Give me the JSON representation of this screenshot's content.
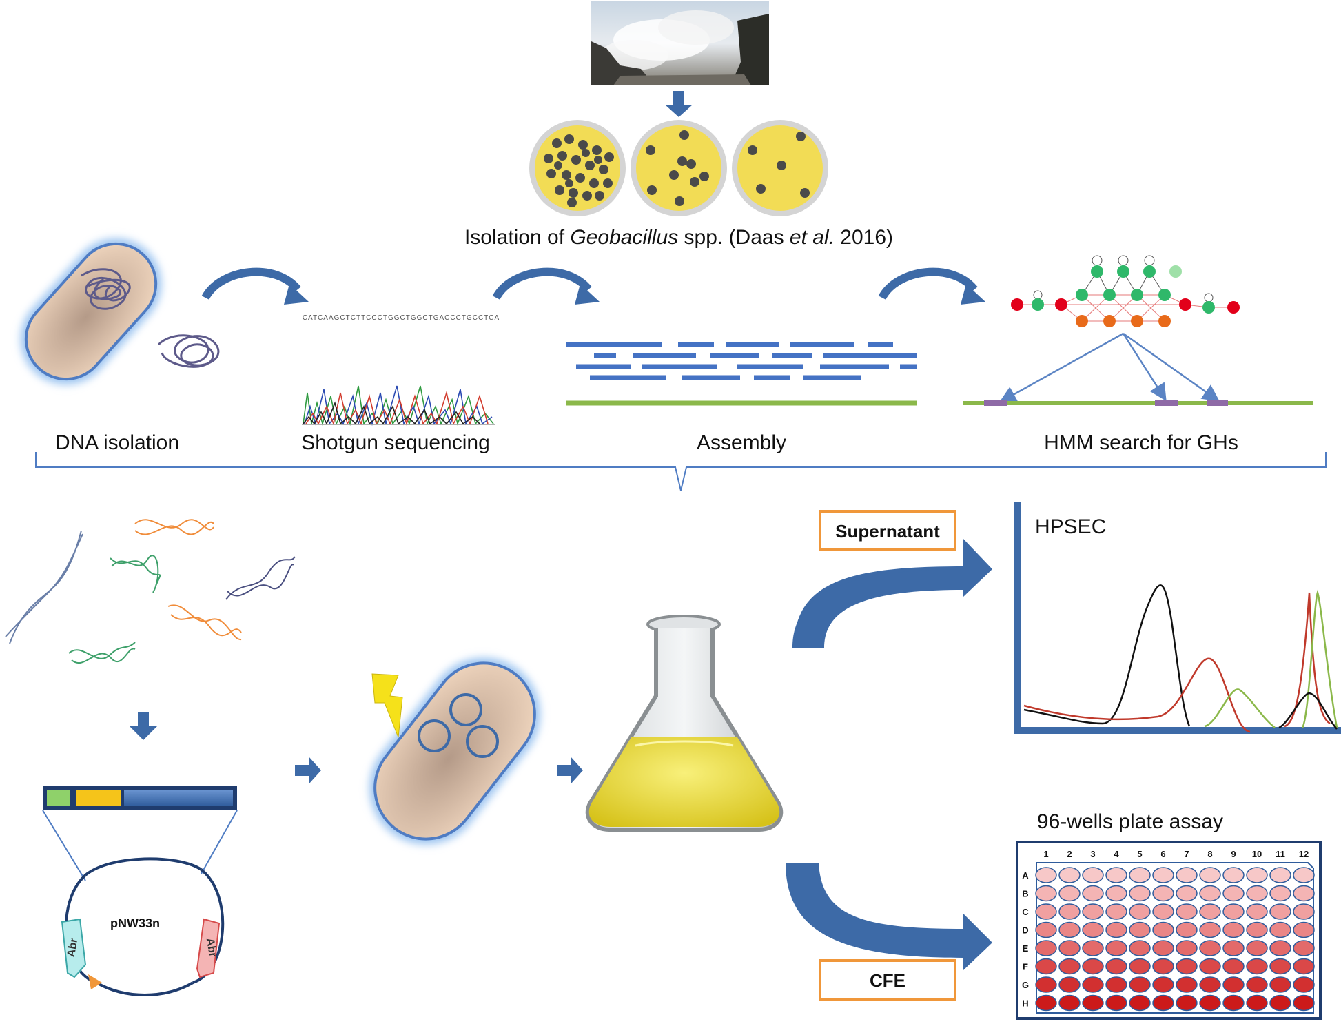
{
  "title": {
    "prefix": "Isolation of ",
    "genus": "Geobacillus",
    "mid": " spp. (Daas ",
    "etal": "et al.",
    "year": " 2016)"
  },
  "steps": {
    "dna_isolation": "DNA isolation",
    "shotgun": "Shotgun sequencing",
    "assembly": "Assembly",
    "hmm": "HMM search for GHs"
  },
  "sequence_text": "CATCAAGCTCTTCCCTGGCTGGCTGACCCTGCCTCA",
  "plasmid": {
    "name": "pNW33n",
    "marker": "Abr"
  },
  "flow": {
    "supernatant": "Supernatant",
    "cfe": "CFE"
  },
  "hpsec": {
    "title": "HPSEC"
  },
  "plate": {
    "title": "96-wells plate assay",
    "columns": [
      "1",
      "2",
      "3",
      "4",
      "5",
      "6",
      "7",
      "8",
      "9",
      "10",
      "11",
      "12"
    ],
    "rows": [
      "A",
      "B",
      "C",
      "D",
      "E",
      "F",
      "G",
      "H"
    ],
    "row_colors": [
      "#f7c8c8",
      "#f4b4b4",
      "#f0a0a0",
      "#ea8686",
      "#e36a6a",
      "#da4848",
      "#d23030",
      "#cc1a1a"
    ]
  },
  "colors": {
    "arrow_blue": "#3d6aa7",
    "orange": "#f0973a",
    "plate_yellow": "#f2dc55",
    "contig_blue": "#4472c4",
    "genome_green": "#8bb84a"
  }
}
